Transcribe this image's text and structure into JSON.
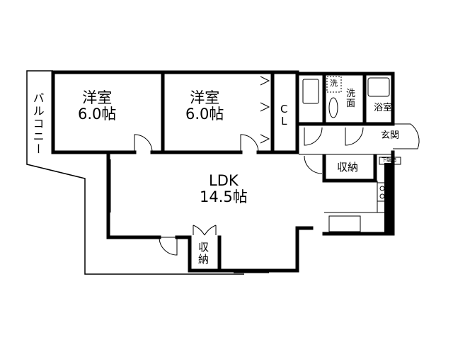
{
  "rooms": {
    "western_room_1": {
      "name": "洋室",
      "size": "6.0帖"
    },
    "western_room_2": {
      "name": "洋室",
      "size": "6.0帖"
    },
    "closet": {
      "line1": "C",
      "line2": "L"
    },
    "ldk": {
      "name": "LDK",
      "size": "14.5帖"
    },
    "balcony": "バルコニー",
    "washroom": {
      "line1": "洗",
      "line2": "面"
    },
    "washer": "洗",
    "bathroom": "浴室",
    "entrance": "玄関",
    "shoe_box": "下駄箱",
    "storage_hall": "収納",
    "storage_ldk": {
      "line1": "収",
      "line2": "納"
    }
  },
  "colors": {
    "wall": "#000000",
    "background": "#ffffff"
  }
}
